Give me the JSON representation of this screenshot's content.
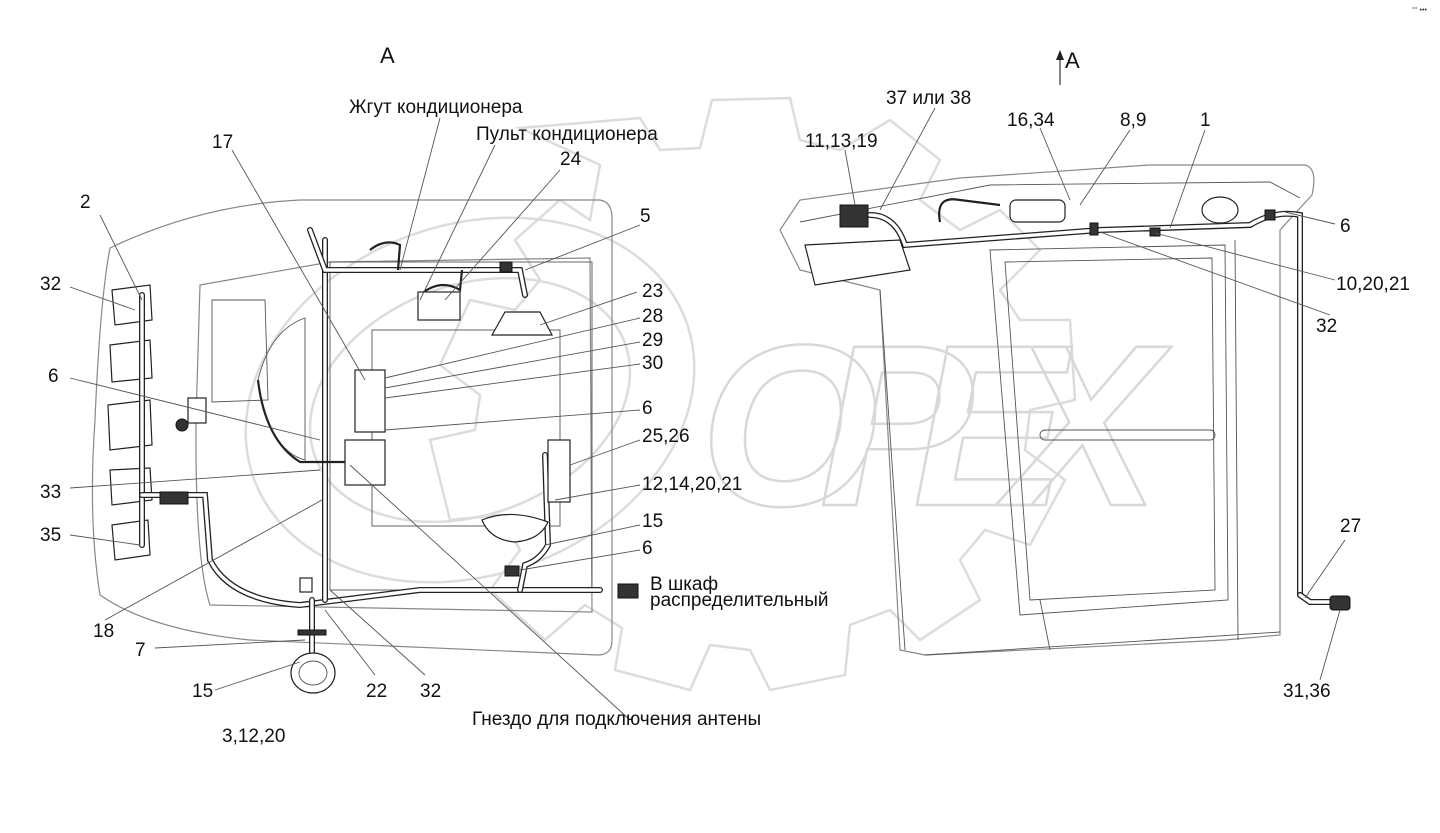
{
  "logo_text": "OPEX",
  "corner_mark": "°° •••",
  "view_left": {
    "title": "A"
  },
  "view_right": {
    "title": "A"
  },
  "labels": {
    "l2": "2",
    "l32a": "32",
    "l6a": "6",
    "l33": "33",
    "l35": "35",
    "l18": "18",
    "l7": "7",
    "l15a": "15",
    "l3_12_20": "3,12,20",
    "l22": "22",
    "l32b": "32",
    "l17": "17",
    "harness_ac": "Жгут кондиционера",
    "panel_ac": "Пульт кондиционера",
    "l24": "24",
    "l5": "5",
    "l23": "23",
    "l28": "28",
    "l29": "29",
    "l30": "30",
    "l6b": "6",
    "l25_26": "25,26",
    "l12_14_20_21": "12,14,20,21",
    "l15b": "15",
    "l6c": "6",
    "to_cabinet_1": "В шкаф",
    "to_cabinet_2": "распределительный",
    "antenna_socket": "Гнездо для подключения антены",
    "l37_38": "37 или 38",
    "l11_13_19": "11,13,19",
    "l16_34": "16,34",
    "l8_9": "8,9",
    "l1": "1",
    "l6d": "6",
    "l10_20_21": "10,20,21",
    "l32c": "32",
    "l27": "27",
    "l31_36": "31,36"
  }
}
